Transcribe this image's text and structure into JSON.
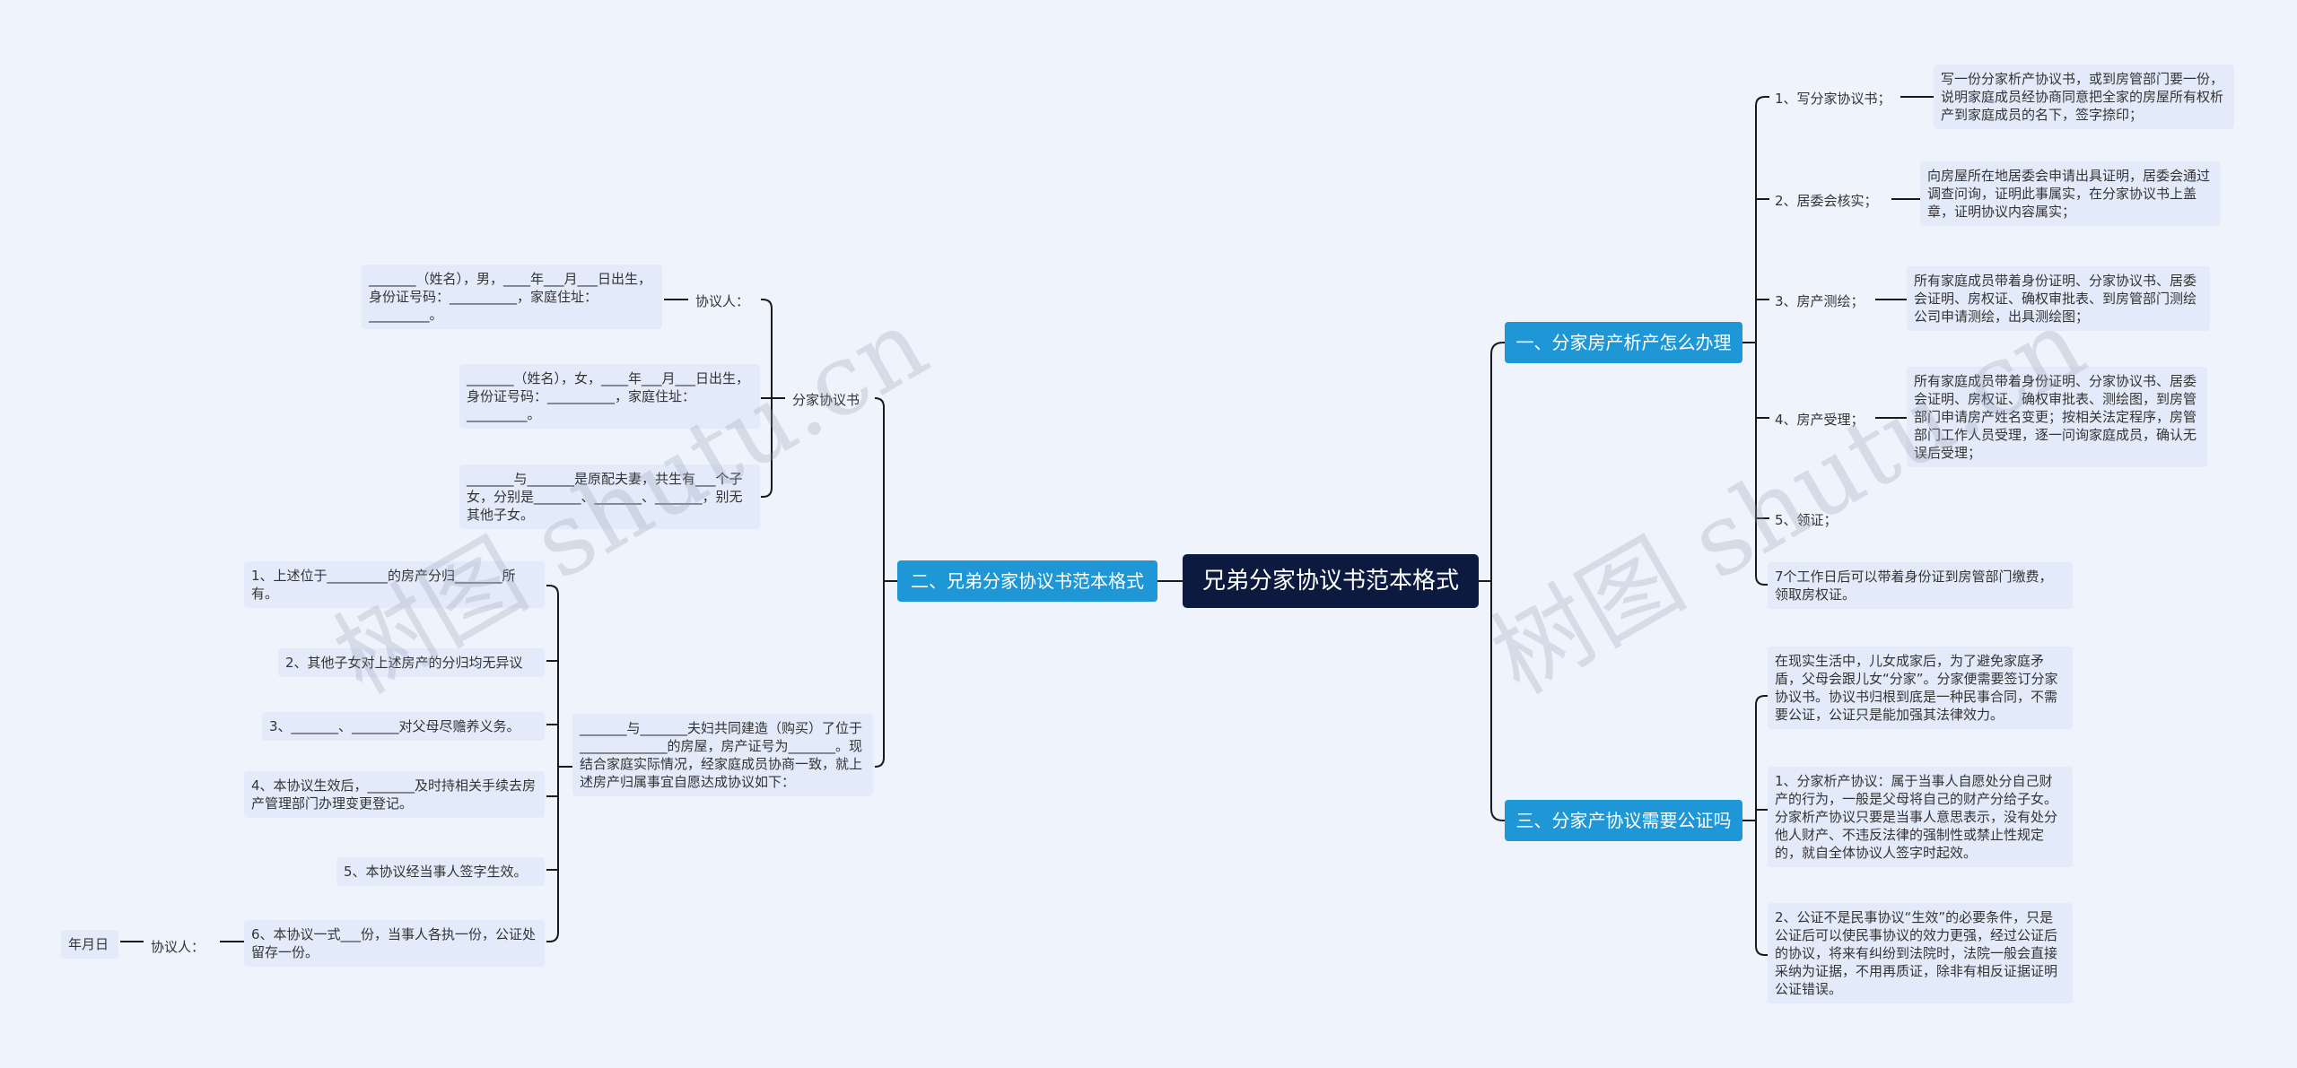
{
  "root": "兄弟分家协议书范本格式",
  "branches": {
    "b1": "一、分家房产析产怎么办理",
    "b2": "二、兄弟分家协议书范本格式",
    "b3": "三、分家产协议需要公证吗"
  },
  "b1_items": [
    {
      "label": "1、写分家协议书；",
      "detail": "写一份分家析产协议书，或到房管部门要一份，说明家庭成员经协商同意把全家的房屋所有权析产到家庭成员的名下，签字捺印；"
    },
    {
      "label": "2、居委会核实；",
      "detail": "向房屋所在地居委会申请出具证明，居委会通过调查问询，证明此事属实，在分家协议书上盖章，证明协议内容属实；"
    },
    {
      "label": "3、房产测绘；",
      "detail": "所有家庭成员带着身份证明、分家协议书、居委会证明、房权证、确权审批表、到房管部门测绘公司申请测绘，出具测绘图；"
    },
    {
      "label": "4、房产受理；",
      "detail": "所有家庭成员带着身份证明、分家协议书、居委会证明、房权证、确权审批表、测绘图，到房管部门申请房产姓名变更；按相关法定程序，房管部门工作人员受理，逐一问询家庭成员，确认无误后受理；"
    },
    {
      "label": "5、领证；",
      "detail": ""
    },
    {
      "label": "7个工作日后可以带着身份证到房管部门缴费，领取房权证。",
      "detail": ""
    }
  ],
  "b3_items": [
    "在现实生活中，儿女成家后，为了避免家庭矛盾，父母会跟儿女“分家”。分家便需要签订分家协议书。协议书归根到底是一种民事合同，不需要公证，公证只是能加强其法律效力。",
    "1、分家析产协议：属于当事人自愿处分自己财产的行为，一般是父母将自己的财产分给子女。分家析产协议只要是当事人意思表示，没有处分他人财产、不违反法律的强制性或禁止性规定的，就自全体协议人签字时起效。",
    "2、公证不是民事协议“生效”的必要条件，只是公证后可以使民事协议的效力更强，经过公证后的协议，将来有纠纷到法院时，法院一般会直接采纳为证据，不用再质证，除非有相反证据证明公证错误。"
  ],
  "b2": {
    "agreement_label": "分家协议书",
    "party_label": "协议人：",
    "party_text": "_______（姓名），男，____年___月___日出生，身份证号码：__________，家庭住址：_________。",
    "female_text": "_______（姓名），女，____年___月___日出生，身份证号码：__________，家庭住址：_________。",
    "couple_text": "_______与_______是原配夫妻，共生有___个子女，分别是_______、_______、_______，别无其他子女。",
    "intro_text": "_______与_______夫妇共同建造（购买）了位于_____________的房屋，房产证号为_______。现结合家庭实际情况，经家庭成员协商一致，就上述房产归属事宜自愿达成协议如下：",
    "clauses": [
      "1、上述位于_________的房产分归_______所有。",
      "2、其他子女对上述房产的分归均无异议",
      "3、_______、_______对父母尽赡养义务。",
      "4、本协议生效后，_______及时持相关手续去房产管理部门办理变更登记。",
      "5、本协议经当事人签字生效。",
      "6、本协议一式___份，当事人各执一份，公证处留存一份。"
    ],
    "signer_label": "协议人：",
    "date_label": "年月日"
  },
  "watermarks": [
    "树图 shutu.cn",
    "树图 shutu.cn"
  ],
  "colors": {
    "background": "#eef3fc",
    "root": "#0b1a3e",
    "branch": "#1f97d6",
    "leaf": "#e3ebfb",
    "line": "#1a1a1a"
  }
}
